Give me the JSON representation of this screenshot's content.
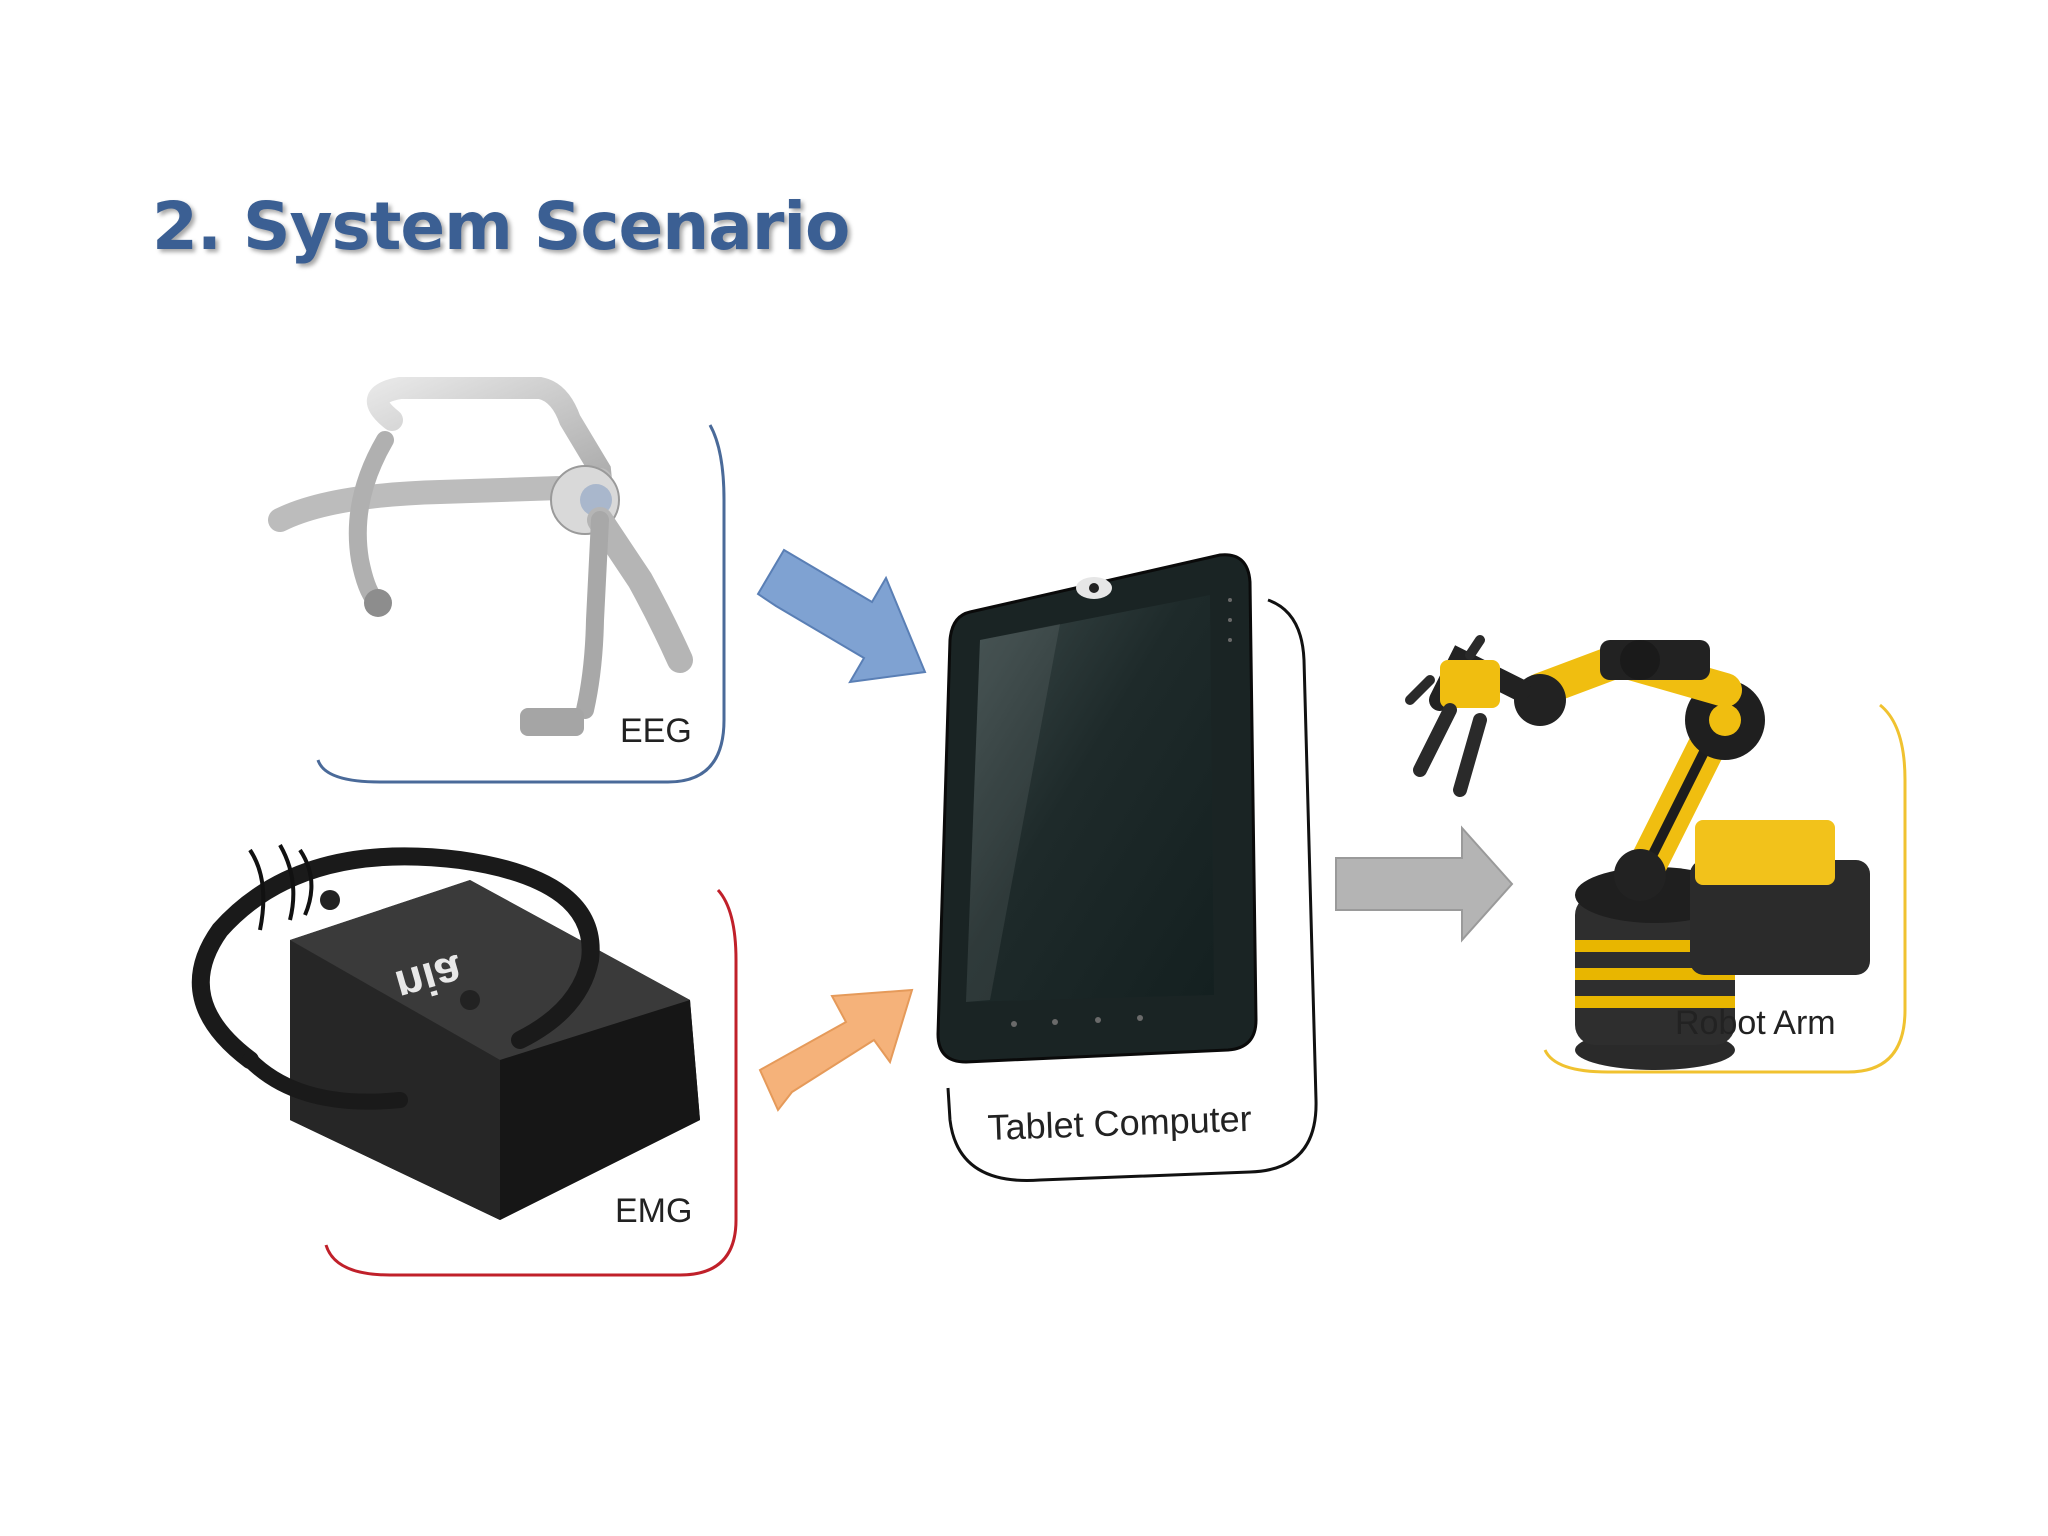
{
  "slide": {
    "title": "2. System Scenario"
  },
  "diagram": {
    "nodes": {
      "eeg": {
        "label": "EEG",
        "frame_color": "#4a6a99",
        "icon": "eeg-headset-icon"
      },
      "emg": {
        "label": "EMG",
        "frame_color": "#c0202a",
        "icon": "emg-headband-icon"
      },
      "tablet": {
        "label": "Tablet Computer",
        "frame_color": "#111111",
        "icon": "tablet-icon"
      },
      "robot": {
        "label": "Robot Arm",
        "frame_color": "#f0c230",
        "icon": "robot-arm-icon"
      }
    },
    "arrows": {
      "eeg_to_tablet": {
        "color": "#7fa2d2"
      },
      "emg_to_tablet": {
        "color": "#f5b27a"
      },
      "tablet_to_robot": {
        "color": "#b4b4b4"
      }
    },
    "logo_text": "nia"
  }
}
